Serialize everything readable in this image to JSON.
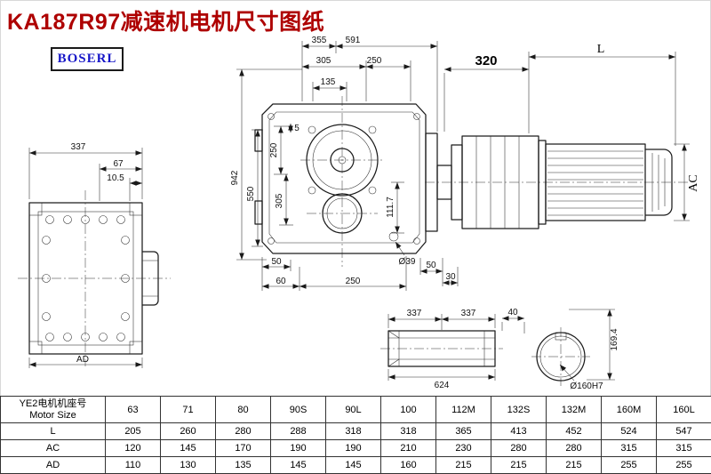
{
  "page": {
    "title": "KA187R97减速机电机尺寸图纸",
    "logo": "BOSERL"
  },
  "dims": {
    "side_view": {
      "width": "337",
      "offset_a": "67",
      "offset_b": "10.5",
      "ad": "AD"
    },
    "front_view": {
      "top_355": "355",
      "top_591": "591",
      "top_305": "305",
      "top_250": "250",
      "top_135": "135",
      "left_942": "942",
      "left_550": "550",
      "left_250": "250",
      "left_5": "5",
      "left_305": "305",
      "right_111_7": "111.7",
      "bottom_50_left": "50",
      "bottom_60": "60",
      "bottom_250": "250",
      "hole_dia": "Ø39",
      "bottom_50_right": "50",
      "bottom_30": "30"
    },
    "motor_view": {
      "flange_320": "320",
      "length_L": "L",
      "height_AC": "AC"
    },
    "shaft_view": {
      "seg_a": "337",
      "seg_b": "337",
      "total": "624"
    },
    "bore_view": {
      "key_40": "40",
      "height_169_4": "169.4",
      "bore_dia": "Ø160H7"
    }
  },
  "table": {
    "header_cn": "YE2电机机座号",
    "header_en": "Motor Size",
    "columns": [
      "63",
      "71",
      "80",
      "90S",
      "90L",
      "100",
      "112M",
      "132S",
      "132M",
      "160M",
      "160L"
    ],
    "rows": [
      {
        "label": "L",
        "values": [
          "205",
          "260",
          "280",
          "288",
          "318",
          "318",
          "365",
          "413",
          "452",
          "524",
          "547"
        ]
      },
      {
        "label": "AC",
        "values": [
          "120",
          "145",
          "170",
          "190",
          "190",
          "210",
          "230",
          "280",
          "280",
          "315",
          "315"
        ]
      },
      {
        "label": "AD",
        "values": [
          "110",
          "130",
          "135",
          "145",
          "145",
          "160",
          "215",
          "215",
          "215",
          "255",
          "255"
        ]
      }
    ]
  }
}
